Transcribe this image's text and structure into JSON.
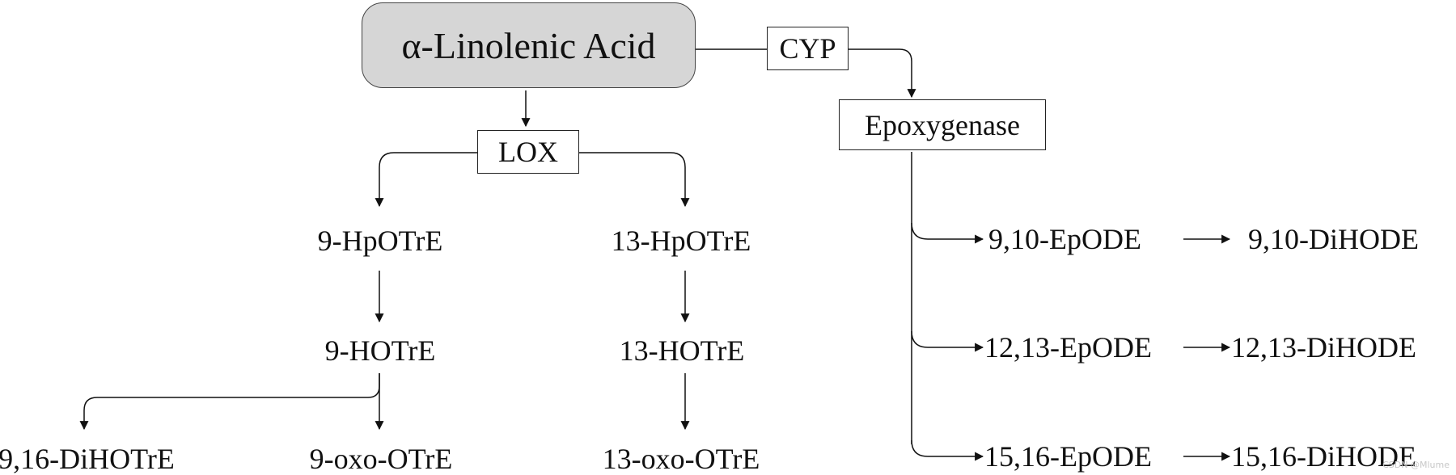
{
  "root": {
    "label": "α-Linolenic Acid"
  },
  "enzymes": {
    "cyp": "CYP",
    "lox": "LOX",
    "epoxygenase": "Epoxygenase"
  },
  "lox_branch": {
    "left": [
      "9-HpOTrE",
      "9-HOTrE"
    ],
    "right": [
      "13-HpOTrE",
      "13-HOTrE",
      "13-oxo-OTrE"
    ],
    "left_products": [
      "9,16-DiHOTrE",
      "9-oxo-OTrE"
    ]
  },
  "cyp_branch": {
    "epodes": [
      "9,10-EpODE",
      "12,13-EpODE",
      "15,16-EpODE"
    ],
    "dihodes": [
      "9,10-DiHODE",
      "12,13-DiHODE",
      "15,16-DiHODE"
    ]
  },
  "watermark": "CSDN @Mlume"
}
